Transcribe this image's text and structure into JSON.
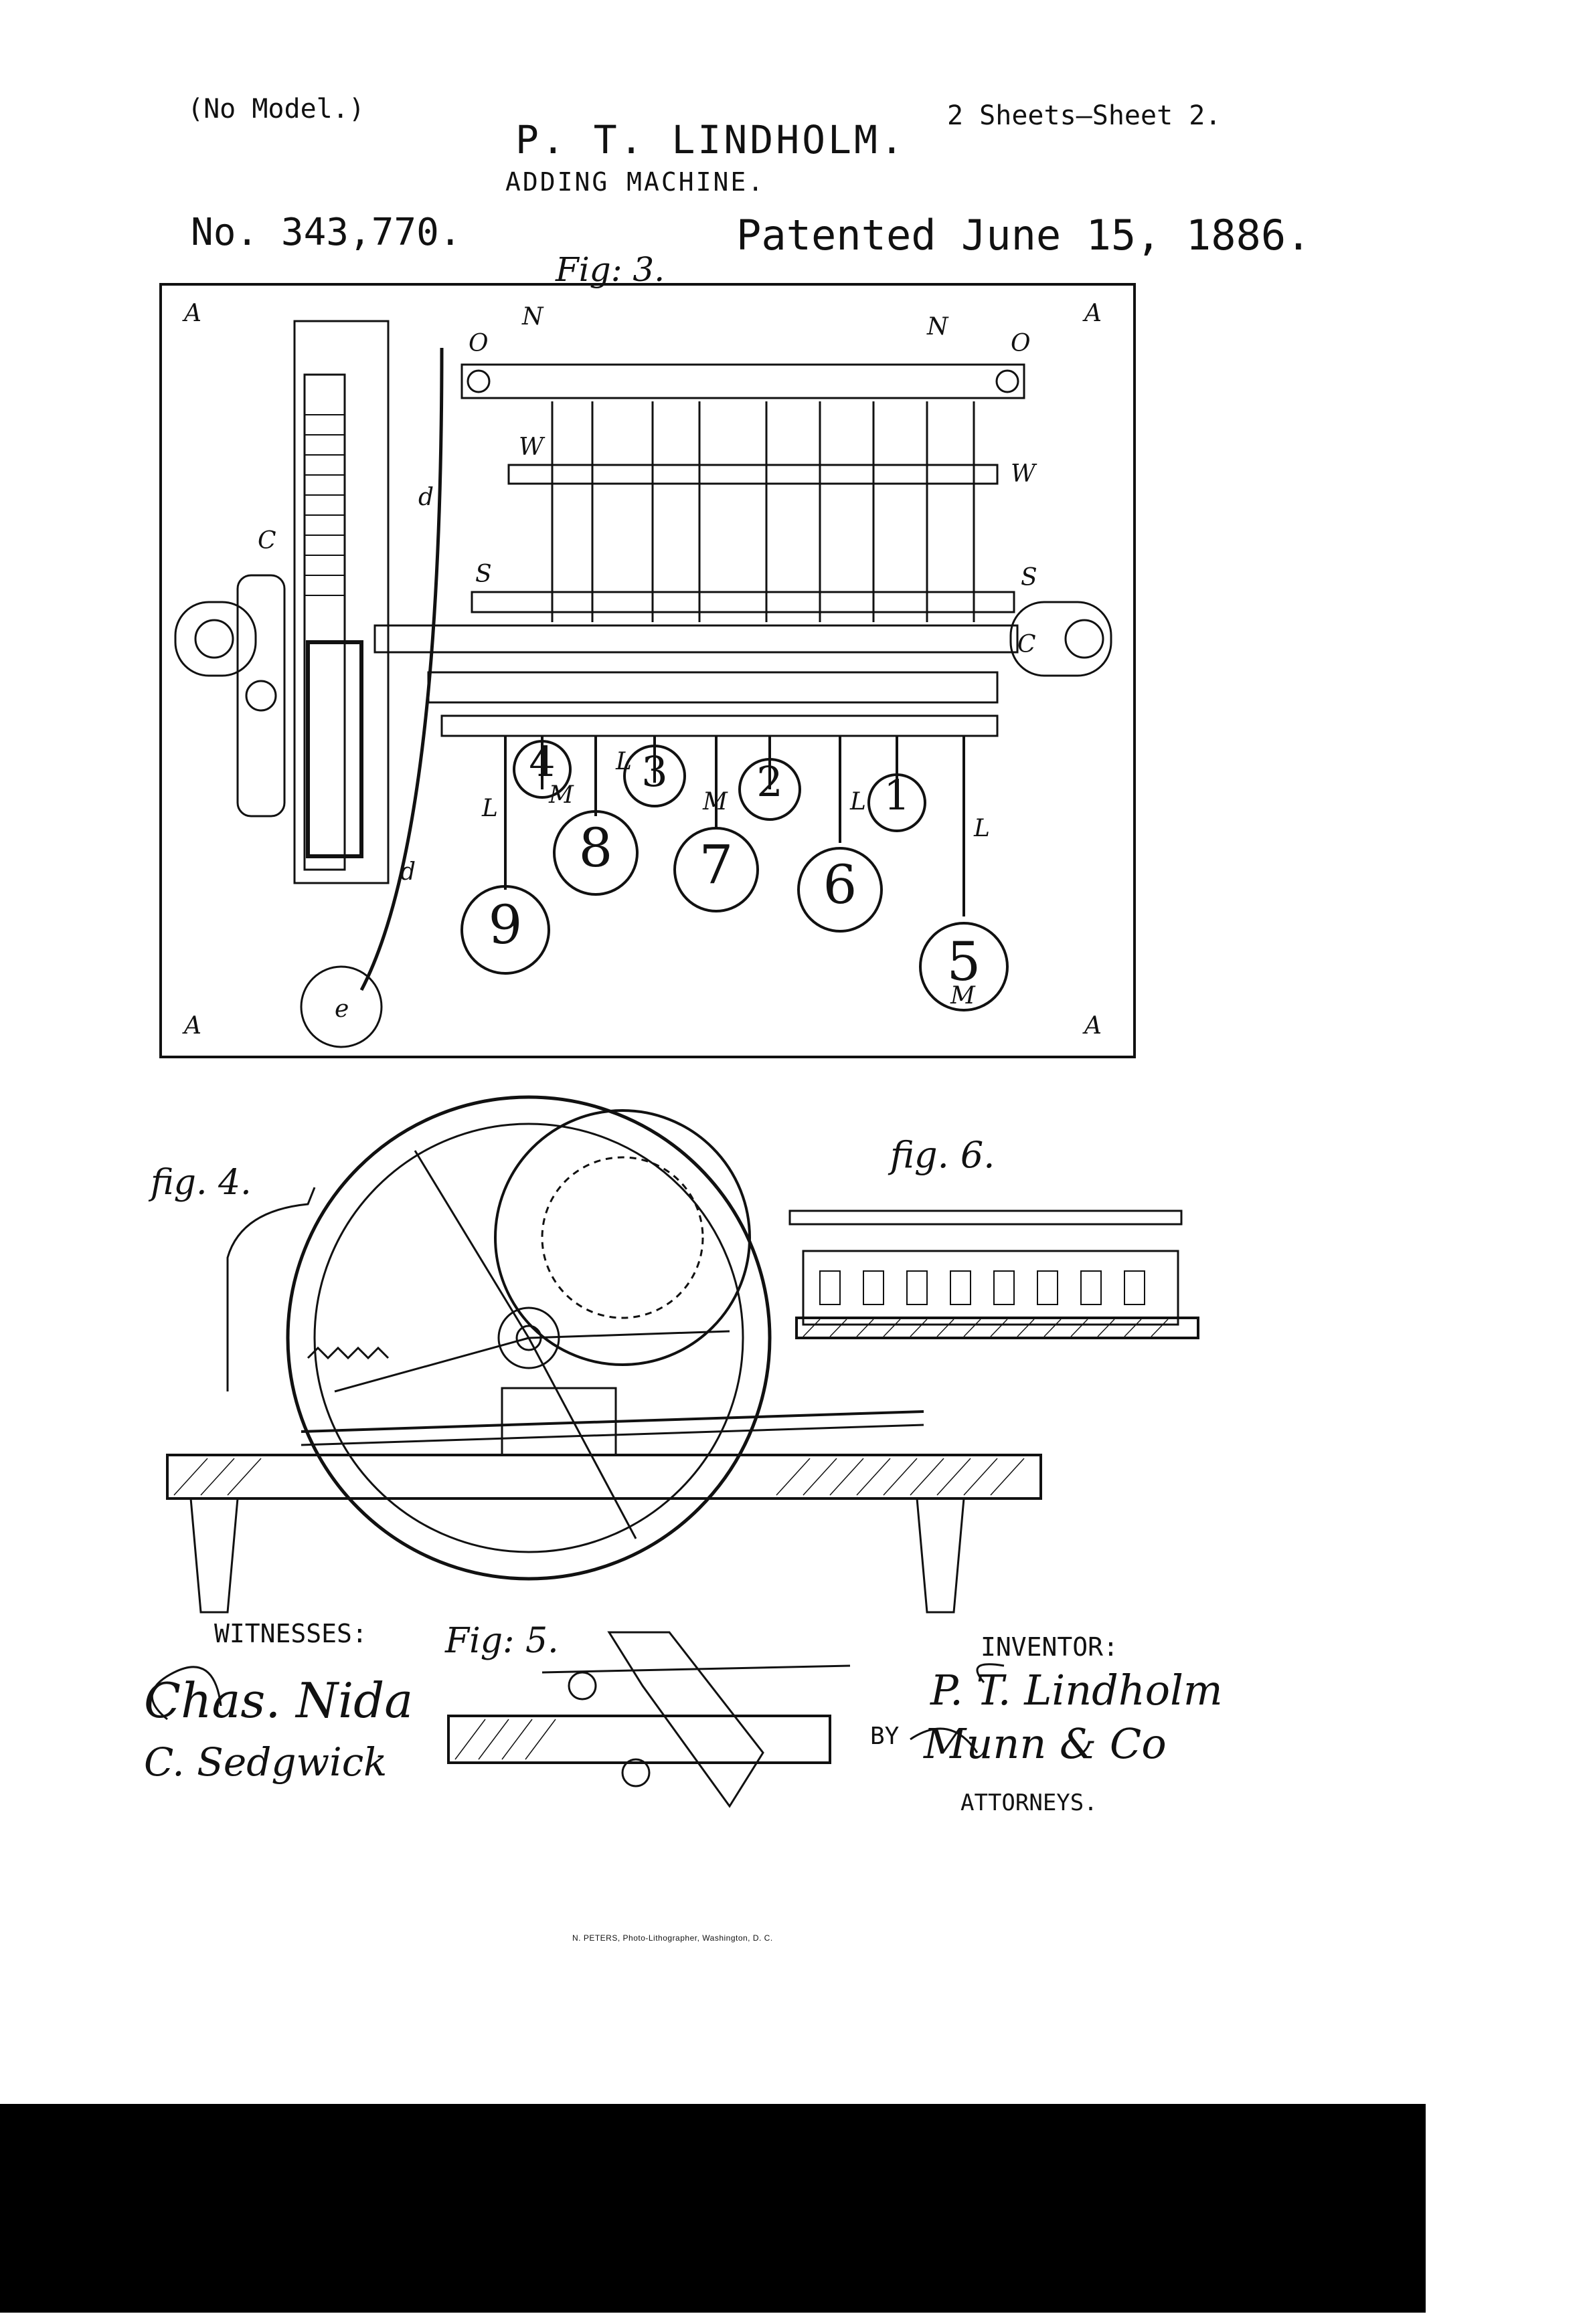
{
  "header": {
    "model": "(No Model.)",
    "sheets": "2 Sheets—Sheet 2.",
    "inventor_name": "P. T. LINDHOLM.",
    "title": "ADDING MACHINE.",
    "patent_number": "No. 343,770.",
    "patent_date": "Patented June 15, 1886."
  },
  "figures": {
    "fig3": {
      "label": "Fig: 3."
    },
    "fig4": {
      "label": "fig. 4."
    },
    "fig5": {
      "label": "Fig: 5."
    },
    "fig6": {
      "label": "fig. 6."
    }
  },
  "fig3_keys": [
    "4",
    "3",
    "2",
    "1",
    "8",
    "7",
    "6",
    "9",
    "5"
  ],
  "fig3_letters": [
    "A",
    "A",
    "A",
    "A",
    "N",
    "N",
    "O",
    "O",
    "S",
    "S",
    "C",
    "C",
    "W",
    "W",
    "e",
    "d",
    "d",
    "L",
    "L",
    "L",
    "L",
    "M",
    "M",
    "M"
  ],
  "footer": {
    "witnesses_label": "WITNESSES:",
    "witness_1_signature": "Chas. Nida",
    "witness_2_signature": "C. Sedgwick",
    "inventor_label": "INVENTOR:",
    "inventor_signature": "P. T. Lindholm",
    "by_label": "BY",
    "attorney_signature": "Munn & Co",
    "attorneys_label": "ATTORNEYS.",
    "printer": "N. PETERS, Photo-Lithographer, Washington, D. C."
  }
}
